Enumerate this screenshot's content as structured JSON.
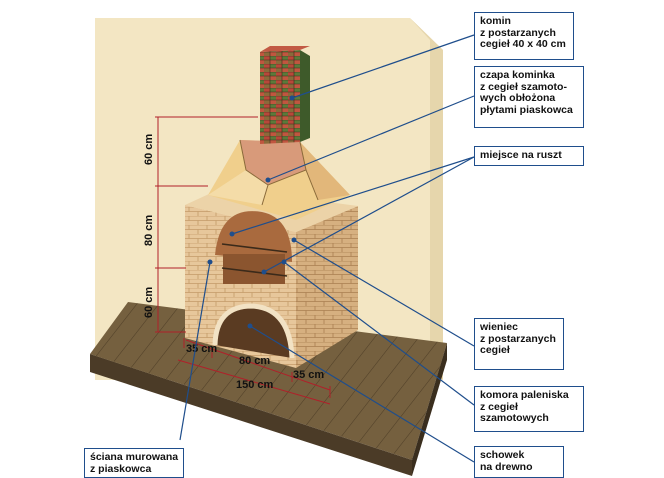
{
  "labels": {
    "chimney": "komin\nz postarzanych\ncegieł 40 x 40 cm",
    "cap": "czapa kominka\nz cegieł szamoto-\nwych obłożona\npłytami piaskowca",
    "grate": "miejsce na ruszt",
    "rim": "wieniec\nz postarzanych\ncegieł",
    "firebox": "komora paleniska\nz cegieł\nszamotowych",
    "woodstore": "schowek\nna drewno",
    "wall": "ściana murowana\nz piaskowca"
  },
  "dimensions": {
    "h_top": "60 cm",
    "h_mid": "80 cm",
    "h_bottom": "60 cm",
    "w_left": "35 cm",
    "w_center": "80 cm",
    "w_right": "35 cm",
    "w_total": "150 cm"
  },
  "colors": {
    "frame": "#1f4e8c",
    "dim_line": "#b0202a",
    "backwall": "#f3e6c3",
    "floor": "#6f5a3c",
    "brick": "#e8cba0"
  }
}
